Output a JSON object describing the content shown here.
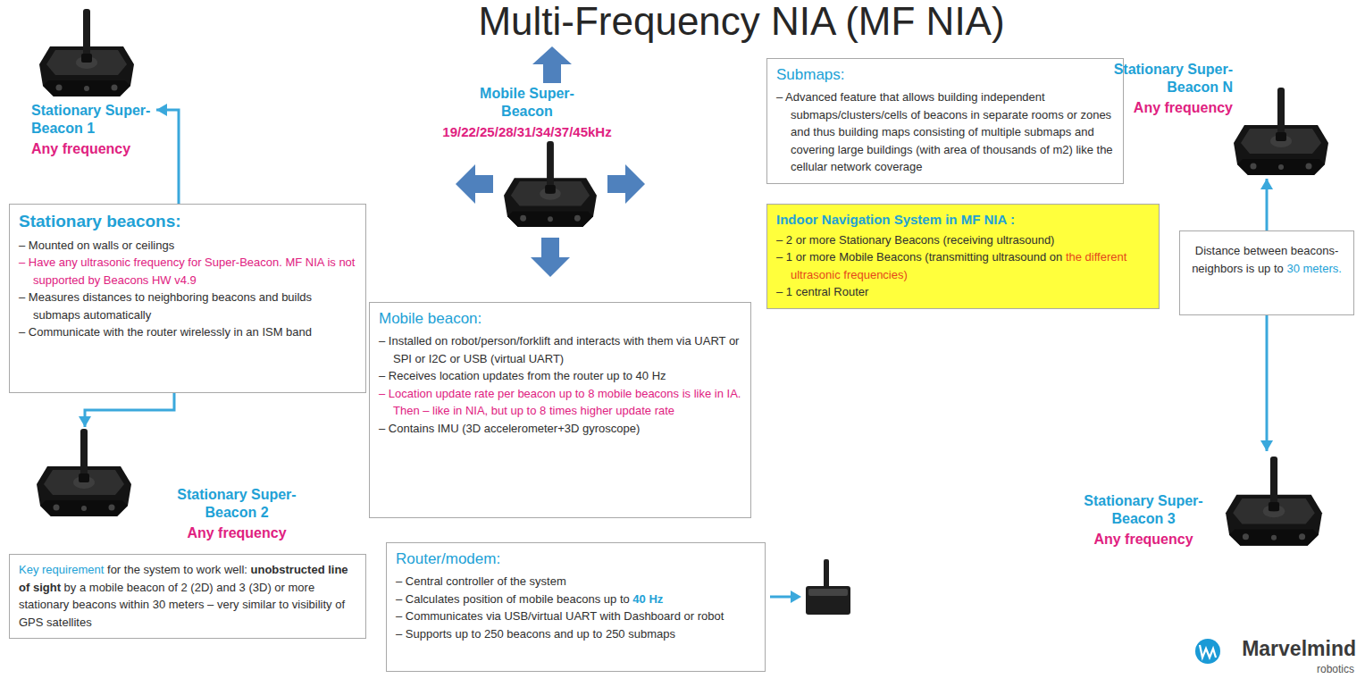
{
  "diagram": {
    "title": "Multi-Frequency NIA (MF NIA)",
    "nodes": [
      {
        "text": [
          "Stationary Super-Beacon 1",
          "Any frequency"
        ]
      },
      {
        "text": [
          "Mobile Super-Beacon",
          "19/22/25/28/31/34/37/45kHz"
        ]
      },
      {
        "text": [
          "Stationary Super-Beacon N",
          "Any frequency"
        ]
      },
      {
        "text": [
          "Stationary beacons:",
          "– Mounted on walls or ceilings",
          "– Have any ultrasonic frequency for Super-Beacon. MF NIA is not supported by Beacons HW v4.9",
          "– Measures distances to neighboring beacons and builds submaps automatically",
          "– Communicate with the router wirelessly in an ISM band"
        ]
      },
      {
        "text": [
          "Submaps:",
          "– Advanced feature that allows building independent submaps/clusters/cells of beacons in separate rooms or zones and thus building maps consisting of multiple submaps and covering large buildings (with area of thousands of m2) like the cellular network coverage"
        ]
      },
      {
        "text": [
          "Distance between beacons-neighbors is up to 30 meters."
        ]
      },
      {
        "text": [
          "Mobile beacon:",
          "– Installed on robot/person/forklift and interacts with them via UART or SPI or I2C or USB (virtual UART)",
          "– Receives location updates from the router up to 40 Hz",
          "– Location update rate per beacon up to 8 mobile beacons is like in IA. Then – like in NIA, but up to 8 times higher update rate",
          "– Contains IMU (3D accelerometer+3D gyroscope)"
        ]
      },
      {
        "text": [
          "Indoor Navigation System in MF NIA :",
          "– 2 or more Stationary Beacons (receiving ultrasound)",
          "– 1 or more Mobile Beacons (transmitting ultrasound on the different ultrasonic frequencies)",
          "– 1 central Router"
        ]
      },
      {
        "text": [
          "Stationary Super-Beacon 2",
          "Any frequency"
        ]
      },
      {
        "text": [
          "Stationary Super-Beacon 3",
          "Any frequency"
        ]
      },
      {
        "text": [
          "Key requirement for the system to work well: unobstructed line of sight by a mobile beacon of 2 (2D) and 3 (3D) or more stationary beacons within 30 meters – very similar to visibility of GPS satellites"
        ]
      },
      {
        "text": [
          "Router/modem:",
          "– Central controller of the system",
          "– Calculates position of mobile beacons up to 40 Hz",
          "– Communicates via USB/virtual UART with Dashboard or robot",
          "– Supports up to 250 beacons and up to 250 submaps"
        ]
      }
    ],
    "edges": [
      {
        "from": 3,
        "to": 0,
        "arrow": "to"
      },
      {
        "from": 3,
        "to": 8,
        "arrow": "to"
      },
      {
        "from": 5,
        "to": 2,
        "arrow": "to"
      },
      {
        "from": 5,
        "to": 9,
        "arrow": "to"
      }
    ],
    "labels": [
      "Marvelmind",
      "robotics"
    ]
  }
}
